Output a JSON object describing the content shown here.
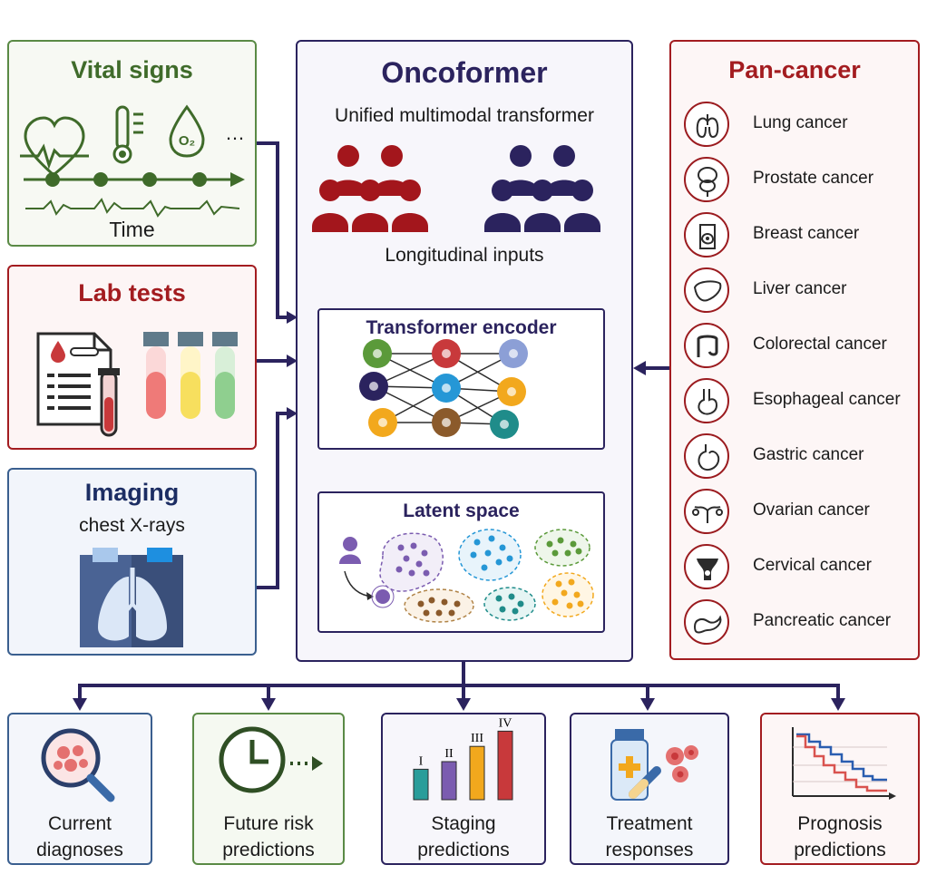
{
  "inputs": {
    "vital_signs": {
      "title": "Vital signs",
      "time_label": "Time",
      "ellipsis": "…",
      "o2_label": "O2"
    },
    "lab_tests": {
      "title": "Lab tests"
    },
    "imaging": {
      "title": "Imaging",
      "subtitle": "chest X-rays"
    }
  },
  "model": {
    "title": "Oncoformer",
    "subtitle": "Unified multimodal transformer",
    "inputs_label": "Longitudinal inputs",
    "encoder_title": "Transformer encoder",
    "latent_title": "Latent space"
  },
  "pan_cancer": {
    "title": "Pan-cancer",
    "items": [
      {
        "label": "Lung cancer",
        "icon": "lungs-icon"
      },
      {
        "label": "Prostate cancer",
        "icon": "prostate-icon"
      },
      {
        "label": "Breast cancer",
        "icon": "breast-icon"
      },
      {
        "label": "Liver cancer",
        "icon": "liver-icon"
      },
      {
        "label": "Colorectal cancer",
        "icon": "colon-icon"
      },
      {
        "label": "Esophageal cancer",
        "icon": "esophagus-icon"
      },
      {
        "label": "Gastric cancer",
        "icon": "stomach-icon"
      },
      {
        "label": "Ovarian cancer",
        "icon": "ovary-icon"
      },
      {
        "label": "Cervical cancer",
        "icon": "cervix-icon"
      },
      {
        "label": "Pancreatic cancer",
        "icon": "pancreas-icon"
      }
    ]
  },
  "outputs": [
    {
      "line1": "Current",
      "line2": "diagnoses"
    },
    {
      "line1": "Future risk",
      "line2": "predictions"
    },
    {
      "line1": "Staging",
      "line2": "predictions"
    },
    {
      "line1": "Treatment",
      "line2": "responses"
    },
    {
      "line1": "Prognosis",
      "line2": "predictions"
    }
  ],
  "staging": {
    "stages": [
      "I",
      "II",
      "III",
      "IV"
    ],
    "levels": [
      0.4,
      0.5,
      0.7,
      0.9
    ],
    "colors": [
      "#2a9d9a",
      "#7b5cb0",
      "#f2a81d",
      "#c8393b"
    ]
  },
  "colors": {
    "navy": "#2b235e",
    "green": "#3f6b2a",
    "red": "#a31c20",
    "blue_title": "#1c2d63"
  }
}
